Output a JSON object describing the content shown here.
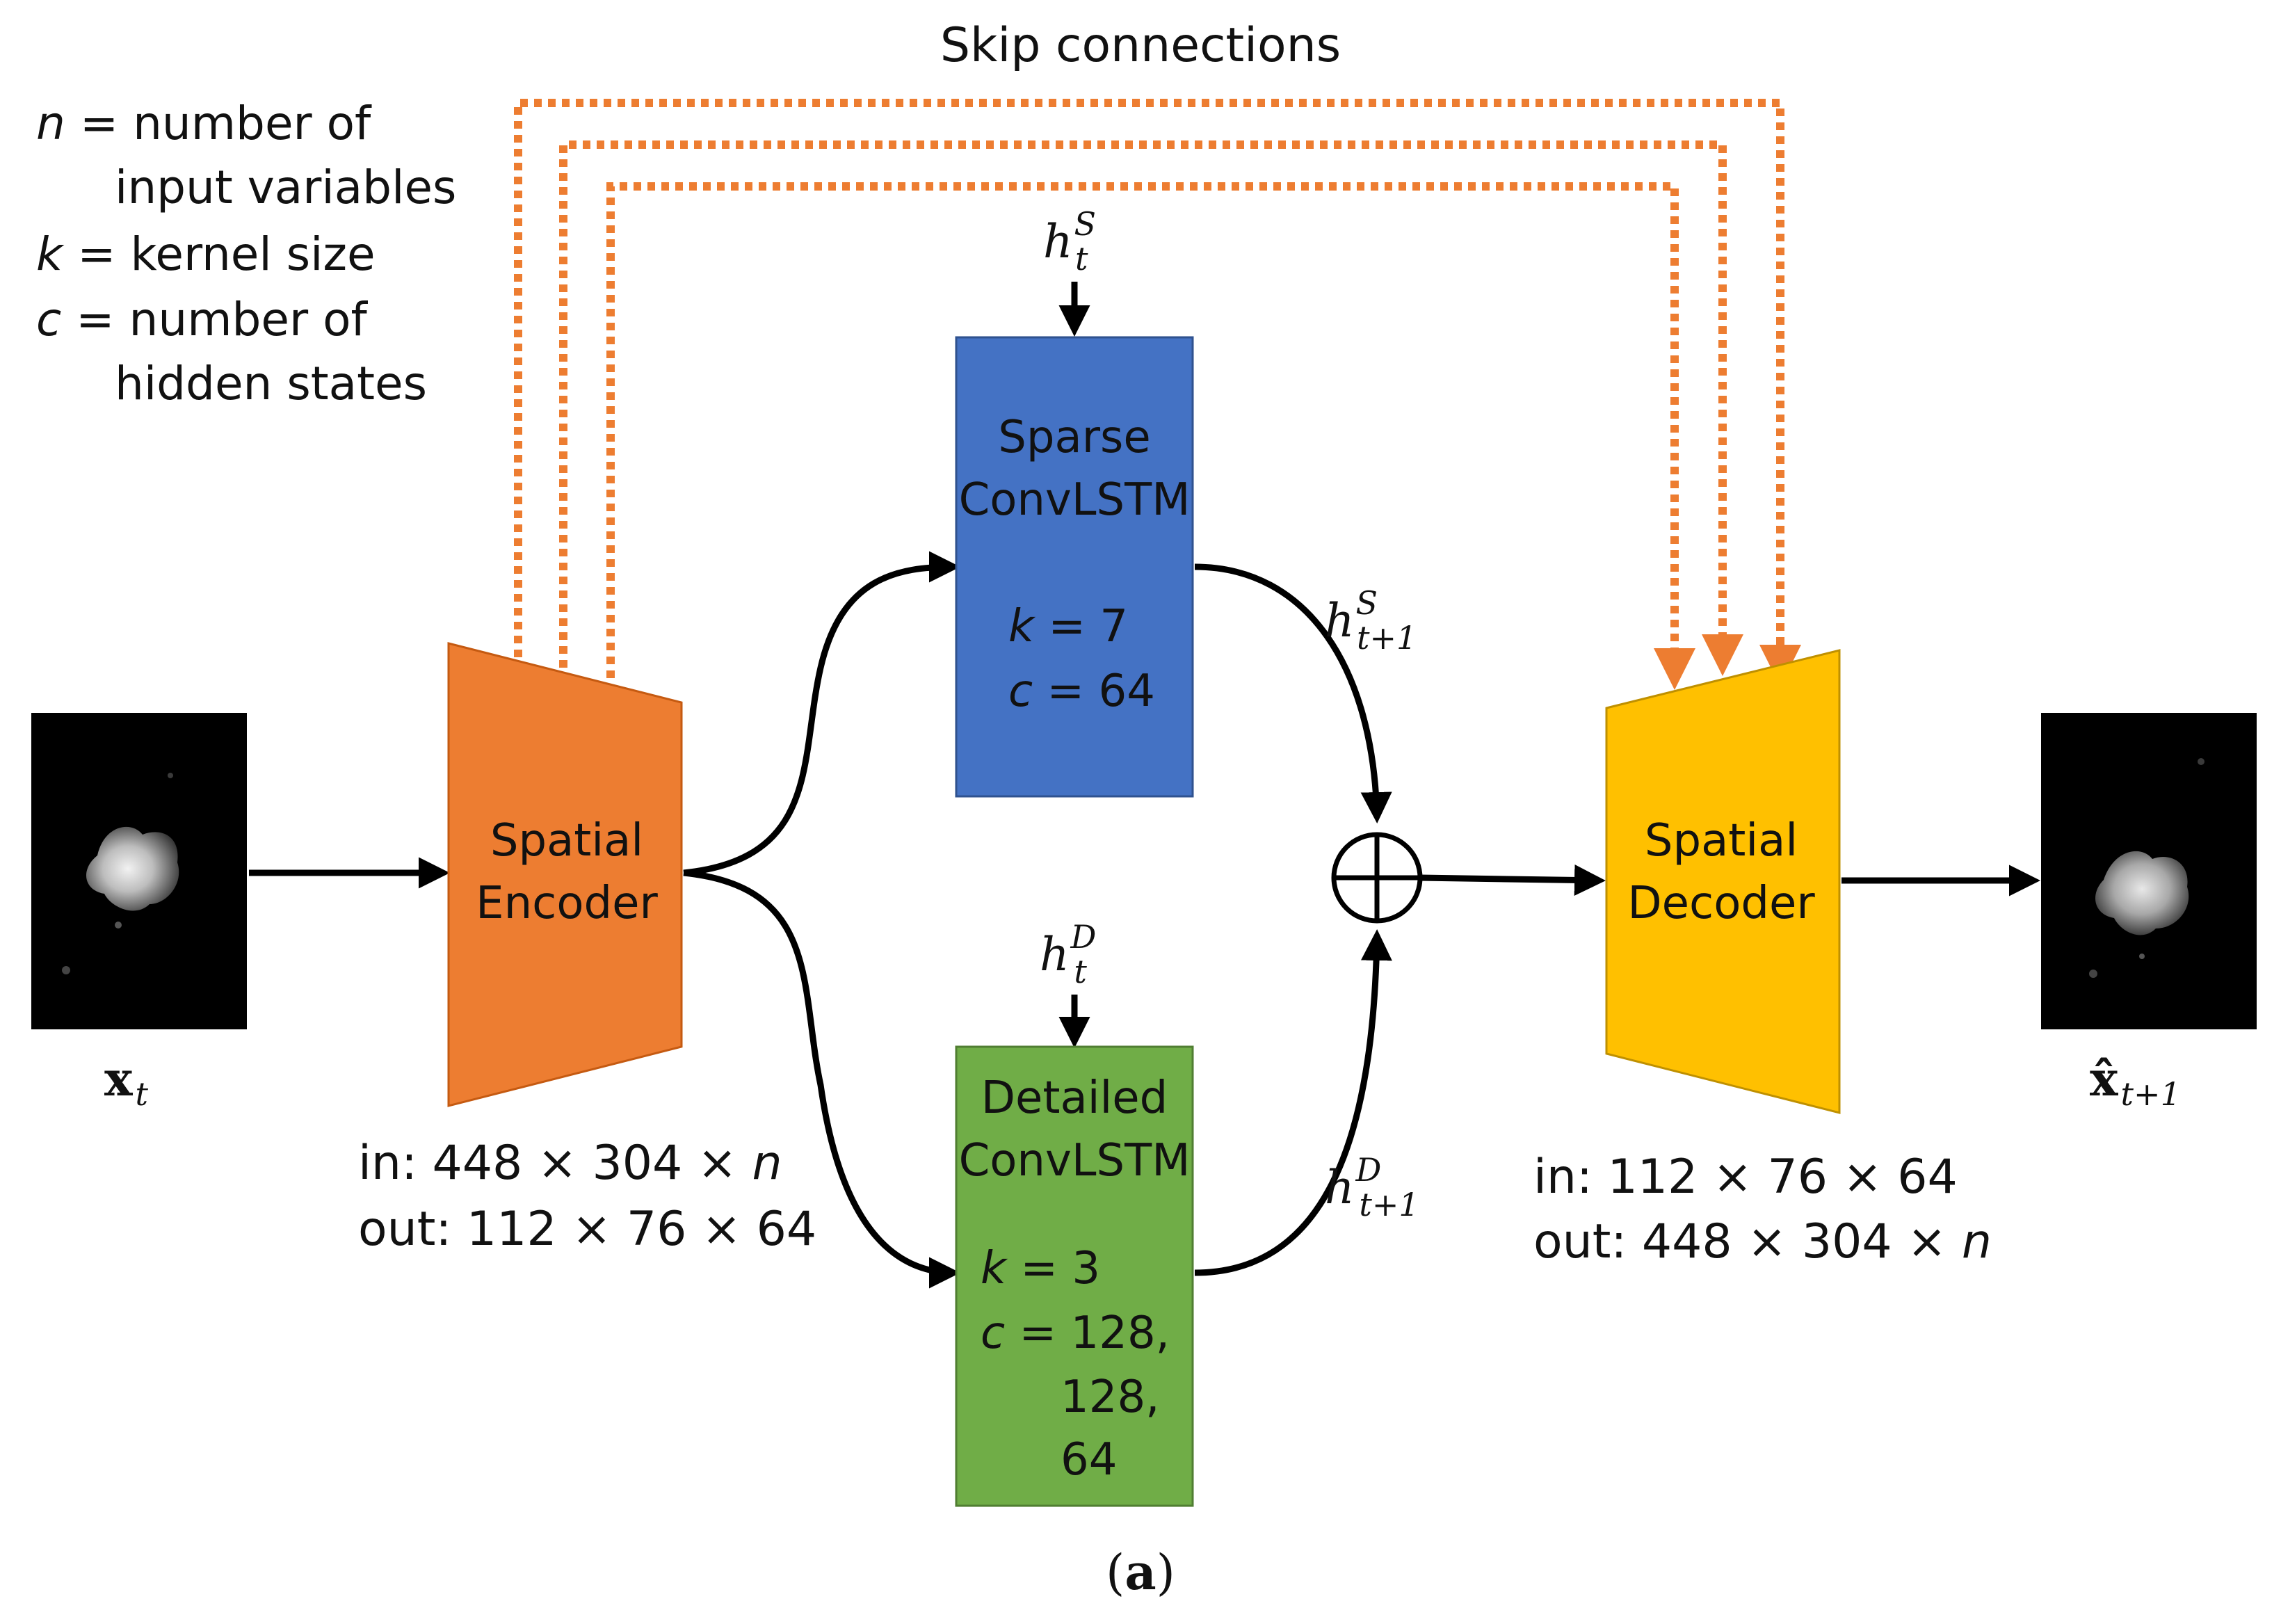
{
  "title": "Skip connections",
  "legend": {
    "n_symbol": "n",
    "n_text_1": " = number of",
    "n_text_2": "input variables",
    "k_symbol": "k",
    "k_text": " = kernel size",
    "c_symbol": "c",
    "c_text_1": " = number of",
    "c_text_2": "hidden states"
  },
  "input_image": {
    "label_main": "x",
    "label_sub": "t"
  },
  "output_image": {
    "label_main": "x̂",
    "label_sub": "t+1"
  },
  "encoder": {
    "line1": "Spatial",
    "line2": "Encoder",
    "color": "#ED7D31",
    "in_prefix": "in: 448 × 304 × ",
    "in_var": "n",
    "out": "out: 112 × 76 × 64"
  },
  "decoder": {
    "line1": "Spatial",
    "line2": "Decoder",
    "color": "#FFC000",
    "in": "in: 112 × 76 × 64",
    "out_prefix": "out: 448 × 304 × ",
    "out_var": "n"
  },
  "sparse": {
    "line1": "Sparse",
    "line2": "ConvLSTM",
    "k_label": "k",
    "k_value": " = 7",
    "c_label": "c",
    "c_value": " = 64",
    "color": "#4472C4",
    "h_in_main": "h",
    "h_in_sub": "t",
    "h_in_sup": "S",
    "h_out_main": "h",
    "h_out_sub": "t+1",
    "h_out_sup": "S"
  },
  "detailed": {
    "line1": "Detailed",
    "line2": "ConvLSTM",
    "k_label": "k",
    "k_value": " = 3",
    "c_label": "c",
    "c_value_1": " = 128,",
    "c_value_2": "128,",
    "c_value_3": "64",
    "color": "#70AD47",
    "h_in_main": "h",
    "h_in_sub": "t",
    "h_in_sup": "D",
    "h_out_main": "h",
    "h_out_sub": "t+1",
    "h_out_sup": "D"
  },
  "caption": "(a)",
  "skip_color": "#ED7D31"
}
